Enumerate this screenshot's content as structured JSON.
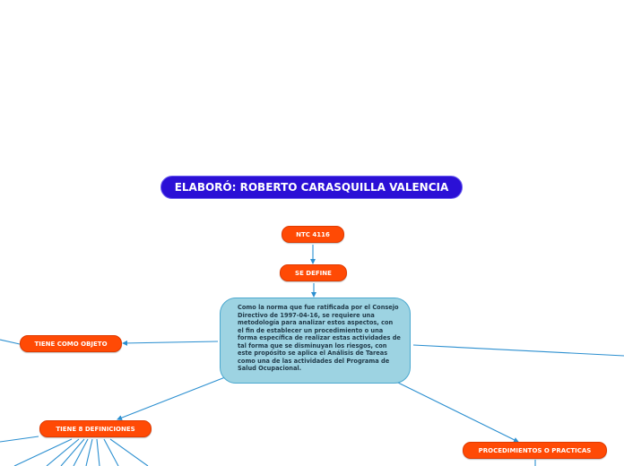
{
  "colors": {
    "title_bg": "#2b10d6",
    "node_bg": "#ff4a05",
    "central_bg": "#9dd3e2",
    "connector": "#2b8fd0"
  },
  "title": "ELABORÓ: ROBERTO CARASQUILLA VALENCIA",
  "nodes": {
    "ntc": "NTC 4116",
    "se_define": "SE DEFINE",
    "tiene_objeto": "TIENE COMO OBJETO",
    "tiene_definiciones": "TIENE 8 DEFINICIONES",
    "procedimientos": "PROCEDIMIENTOS O PRACTICAS"
  },
  "central": {
    "text": "Como la norma que fue ratificada por el Consejo Directivo de 1997-04-16, se requiere una metodología para analizar estos aspectos, con el fin de establecer un procedimiento o una forma específica de realizar estas actividades de tal forma que se disminuyan los riesgos, con este propósito se aplica el Análisis de Tareas como una de las actividades del Programa de Salud Ocupacional."
  }
}
